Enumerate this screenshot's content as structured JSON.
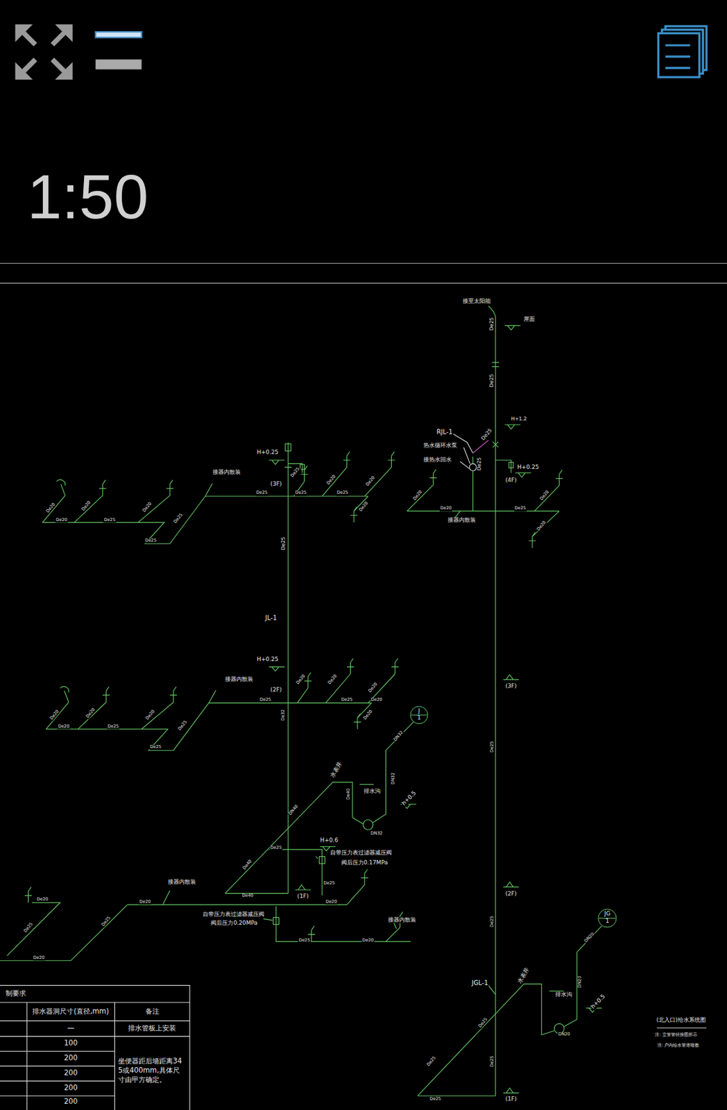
{
  "diagram": {
    "title": "(北入口)给水系统图",
    "nodes": [
      {
        "text": [
          "J",
          "1"
        ]
      },
      {
        "text": [
          "JG",
          "1"
        ]
      }
    ],
    "labels": [
      "1:50",
      "接至太阳能",
      "屋面",
      "De25",
      "De25",
      "H+1.2",
      "RJL-1",
      "De25",
      "热水循环水泵",
      "接热水回水",
      "De25",
      "H+0.25",
      "(4F)",
      "De20",
      "De20",
      "De25",
      "De20",
      "De20",
      "接器内散装",
      "H+0.25",
      "(3F)",
      "接器内散装",
      "De25",
      "De25",
      "De25",
      "De20",
      "De20",
      "De20",
      "De25",
      "De20",
      "De20",
      "De20",
      "De25",
      "De20",
      "De25",
      "De25",
      "De25",
      "JL-1",
      "H+0.25",
      "(2F)",
      "接器内散装",
      "De25",
      "De32",
      "De25",
      "De20",
      "De20",
      "De20",
      "De20",
      "De20",
      "De20",
      "De20",
      "De20",
      "De25",
      "De20",
      "De25",
      "De25",
      "DN32",
      "水表井",
      "排水沟",
      "De40",
      "DN32",
      "h+0.5",
      "DN40",
      "De25",
      "De40",
      "DN32",
      "H+0.6",
      "自带压力表过滤器减压阀",
      "阀后压力0.17MPa",
      "De25",
      "De40",
      "(1F)",
      "De20",
      "接器内散装",
      "De20",
      "De20",
      "De25",
      "De25",
      "De20",
      "自带压力表过滤器减压阀",
      "阀后压力0.20MPa",
      "De25",
      "De20",
      "接器内散装",
      "(3F)",
      "De25",
      "(2F)",
      "De25",
      "JGL-1",
      "水表井",
      "排水沟",
      "De25",
      "De25",
      "DN20",
      "DN20",
      "h+0.5",
      "DN20",
      "De25",
      "De25",
      "(1F)",
      "注: 立管管径按图所示",
      "注: 户内给水管道暗敷",
      "制要求",
      "排水器洞尺寸(直径,mm)",
      "备注",
      "—",
      "排水管板上安装",
      "100",
      "200",
      "200",
      "200",
      "200",
      "坐便器距后墙距离345或400mm,具体尺寸由甲方确定。"
    ]
  }
}
